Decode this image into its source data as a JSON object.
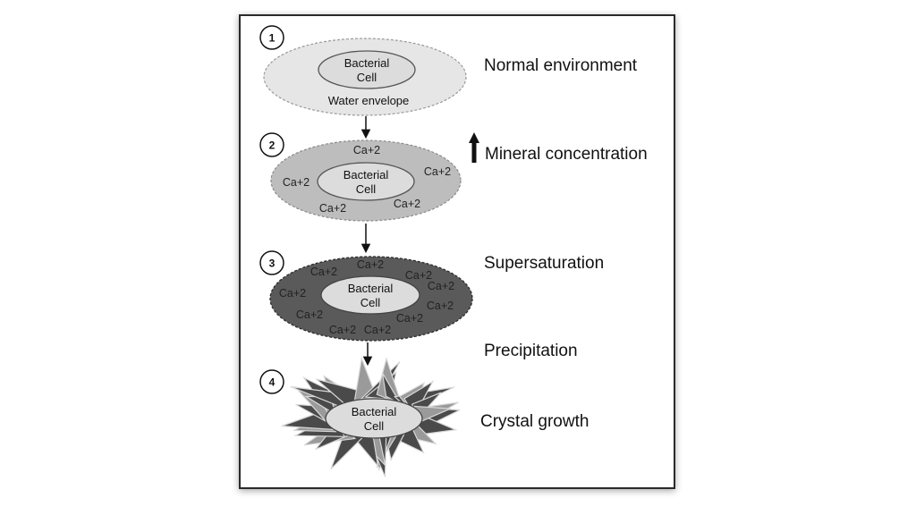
{
  "stages": [
    {
      "number": "1",
      "label": "Normal environment"
    },
    {
      "number": "2",
      "label": "Mineral concentration"
    },
    {
      "number": "3",
      "label": "Supersaturation"
    },
    {
      "number": "4",
      "label": "Crystal growth"
    }
  ],
  "between_label": "Precipitation",
  "cell": {
    "line1": "Bacterial",
    "line2": "Cell"
  },
  "water_envelope": "Water envelope",
  "ion": "Ca+2",
  "colors": {
    "frame": "#2b2b2b",
    "envelope1": "#e6e6e6",
    "envelope2": "#bdbdbd",
    "envelope3": "#5a5a5a",
    "cell_fill": "#dcdcdc",
    "crystal_dark": "#4a4a4a",
    "crystal_light": "#9a9a9a"
  }
}
